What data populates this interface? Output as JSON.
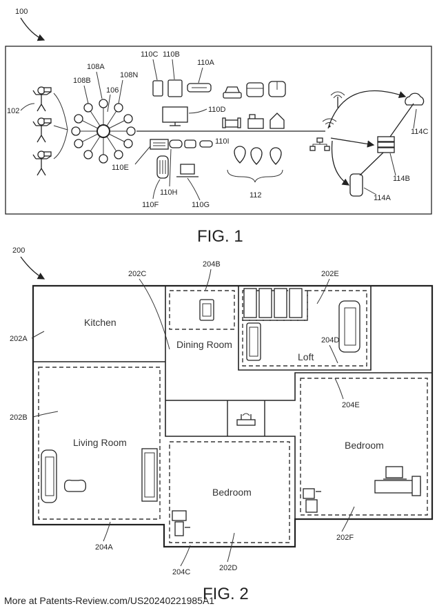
{
  "fig1": {
    "ref": "100",
    "caption": "FIG. 1",
    "labels": {
      "users": "102",
      "hub": "106",
      "node_a": "108A",
      "node_b": "108B",
      "node_n": "108N",
      "dev_c": "110C",
      "dev_b": "110B",
      "dev_a": "110A",
      "dev_d": "110D",
      "dev_i": "110I",
      "dev_e": "110E",
      "dev_h": "110H",
      "dev_f": "110F",
      "dev_g": "110G",
      "locations": "112",
      "cloud": "114C",
      "server": "114B",
      "storage": "114A"
    }
  },
  "fig2": {
    "ref": "200",
    "caption": "FIG. 2",
    "rooms": {
      "kitchen": "Kitchen",
      "dining": "Dining Room",
      "loft": "Loft",
      "living": "Living Room",
      "bedroom_center": "Bedroom",
      "bedroom_right": "Bedroom"
    },
    "labels": {
      "l202A": "202A",
      "l202B": "202B",
      "l202C": "202C",
      "l204B": "204B",
      "l202E": "202E",
      "l204D": "204D",
      "l204E": "204E",
      "l204A": "204A",
      "l204C": "204C",
      "l202D": "202D",
      "l202F": "202F"
    }
  },
  "footer": "More at Patents-Review.com/US20240221985A1"
}
